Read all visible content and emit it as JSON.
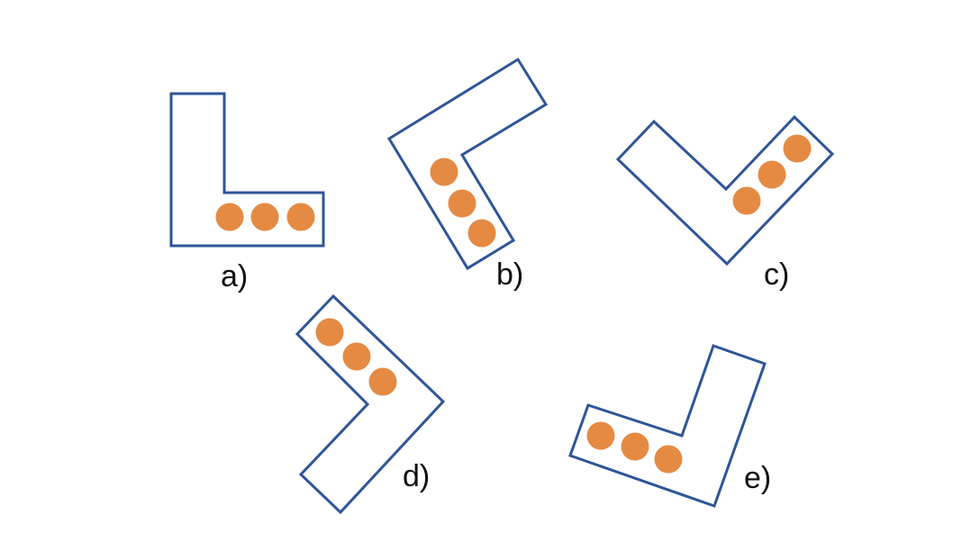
{
  "colors": {
    "outline": "#2F5597",
    "ball": "#E58A43",
    "background": "#FFFFFF",
    "text": "#111111"
  },
  "figures": [
    {
      "id": "a",
      "label": "a)",
      "balls": 3
    },
    {
      "id": "b",
      "label": "b)",
      "balls": 3
    },
    {
      "id": "c",
      "label": "c)",
      "balls": 3
    },
    {
      "id": "d",
      "label": "d)",
      "balls": 3
    },
    {
      "id": "e",
      "label": "e)",
      "balls": 3
    }
  ]
}
